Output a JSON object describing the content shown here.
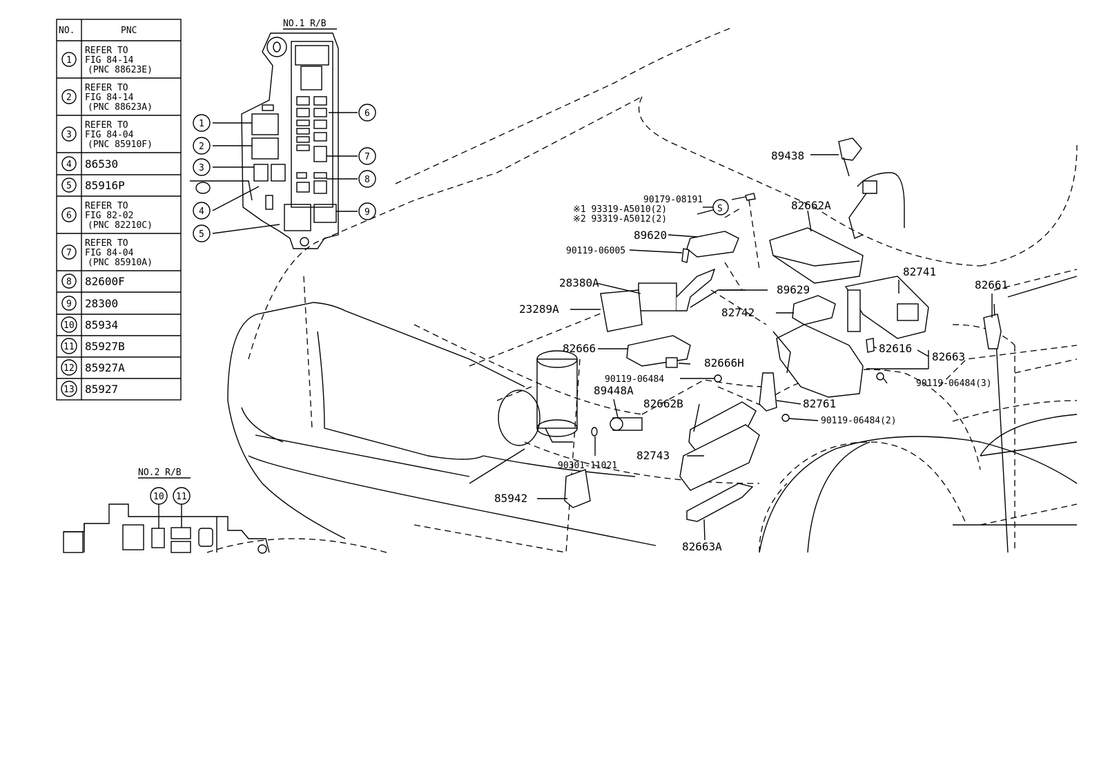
{
  "table": {
    "headers": [
      "NO.",
      "PNC"
    ],
    "rows": [
      {
        "no": "1",
        "lines": [
          "REFER TO",
          "FIG 84-14",
          "(PNC 88623E)"
        ]
      },
      {
        "no": "2",
        "lines": [
          "REFER TO",
          "FIG 84-14",
          "(PNC 88623A)"
        ]
      },
      {
        "no": "3",
        "lines": [
          "REFER TO",
          "FIG 84-04",
          "(PNC 85910F)"
        ]
      },
      {
        "no": "4",
        "lines": [
          "86530"
        ]
      },
      {
        "no": "5",
        "lines": [
          "85916P"
        ]
      },
      {
        "no": "6",
        "lines": [
          "REFER TO",
          "FIG 82-02",
          "(PNC 82210C)"
        ]
      },
      {
        "no": "7",
        "lines": [
          "REFER TO",
          "FIG 84-04",
          "(PNC 85910A)"
        ]
      },
      {
        "no": "8",
        "lines": [
          "82600F"
        ]
      },
      {
        "no": "9",
        "lines": [
          "28300"
        ]
      },
      {
        "no": "10",
        "lines": [
          "85934"
        ]
      },
      {
        "no": "11",
        "lines": [
          "85927B"
        ]
      },
      {
        "no": "12",
        "lines": [
          "85927A"
        ]
      },
      {
        "no": "13",
        "lines": [
          "85927"
        ]
      }
    ]
  },
  "rb1": {
    "title": "NO.1 R/B",
    "callouts": [
      "1",
      "2",
      "3",
      "4",
      "5",
      "6",
      "7",
      "8",
      "9"
    ]
  },
  "rb2": {
    "title": "NO.2 R/B",
    "callouts": [
      "10",
      "11"
    ]
  },
  "parts": {
    "p89438": "89438",
    "p90179": "90179-08191",
    "p93319a": "※1 93319-A5010(2)",
    "p93319b": "※2 93319-A5012(2)",
    "pS": "S",
    "p82662A": "82662A",
    "p89620": "89620",
    "p90119a": "90119-06005",
    "p28380A": "28380A",
    "p89629": "89629",
    "p82741": "82741",
    "p82661": "82661",
    "p23289A": "23289A",
    "p82742": "82742",
    "p82666": "82666",
    "p82616": "82616",
    "p82663": "82663",
    "p82666H": "82666H",
    "p90119b": "90119-06484",
    "p89448A": "89448A",
    "p90119c": "90119-06484(3)",
    "p82662B": "82662B",
    "p82761": "82761",
    "p90119d": "90119-06484(2)",
    "p82743": "82743",
    "p90301": "90301-11021",
    "p85942": "85942",
    "p82663A": "82663A"
  }
}
